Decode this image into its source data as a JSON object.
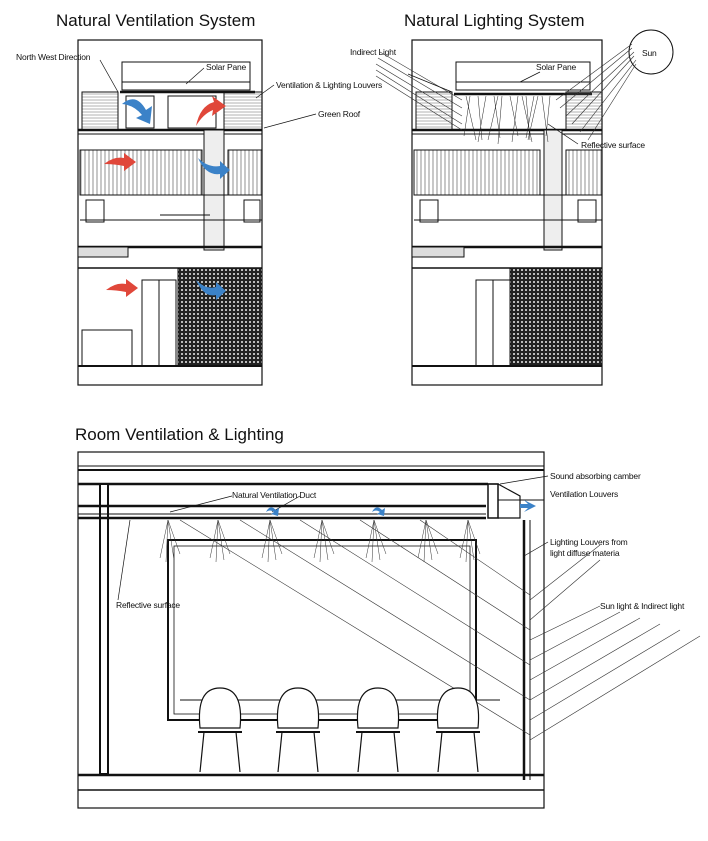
{
  "titles": {
    "ventilation": "Natural Ventilation System",
    "lighting": "Natural Lighting System",
    "room": "Room Ventilation & Lighting"
  },
  "labels": {
    "north_west": "North West Direction",
    "solar_pane_1": "Solar Pane",
    "vent_light_louvers": "Ventilation & Lighting Louvers",
    "green_roof": "Green Roof",
    "indirect_light": "Indirect Light",
    "solar_pane_2": "Solar Pane",
    "sun": "Sun",
    "reflective_surface": "Reflective surface",
    "sound_absorbing": "Sound absorbing camber",
    "natural_vent_duct": "Natural Ventilation Duct",
    "ventilation_louvers": "Ventilation Louvers",
    "lighting_louvers_1": "Lighting Louvers from",
    "lighting_louvers_2": "light diffuse materia",
    "sun_indirect": "Sun light & Indirect light",
    "reflective_left": "Reflective surface"
  },
  "colors": {
    "line": "#111111",
    "warm_air": "#e0473a",
    "cool_air": "#3b82c8",
    "background": "#ffffff"
  }
}
